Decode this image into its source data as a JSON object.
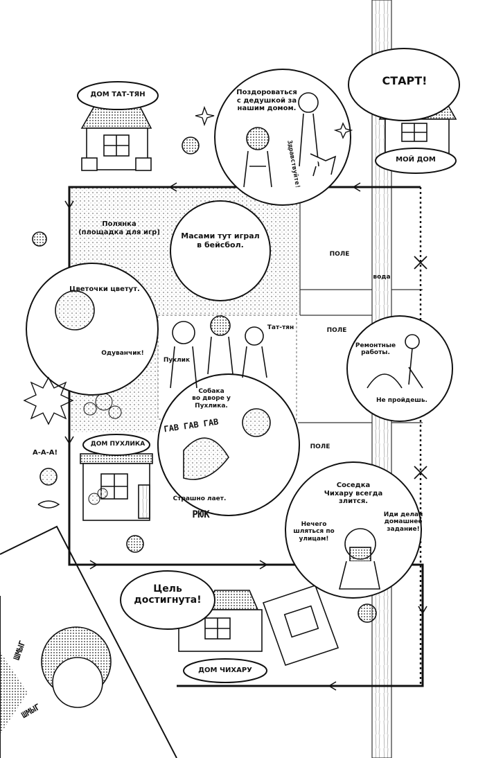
{
  "start_label": "СТАРТ!",
  "my_house_label": "МОЙ ДОМ",
  "tat_tyan_house_label": "ДОМ ТАТ-ТЯН",
  "greeting_bubble": "Поздороваться\nс дедушкой за\nнашим домом.",
  "hello_shout": "Здравствуйте!",
  "playground_label": "Полянка\n(площадка для игр)",
  "masami_bubble": "Масами тут играл\nв бейсбол.",
  "field_labels": [
    "ПОЛЕ",
    "ПОЛЕ",
    "ПОЛЕ"
  ],
  "water_label": "вода",
  "flowers_bubble": "Цветочки цветут.",
  "dandelion_label": "Одуванчик!",
  "pukhlik_label": "Пухлик",
  "tat_tyan_label": "Тат-тян",
  "repair_bubble": "Ремонтные\nработы.",
  "no_pass_label": "Не пройдешь.",
  "dog_bubble": "Собака\nво дворе у\nПухлика.",
  "bark_sfx": "ГАВ ГАВ ГАВ",
  "bark_loud": "Страшно лает.",
  "ryuk_sfx": "РЮК",
  "scream_label": "А-А-А!",
  "pukhlik_house_label": "ДОМ ПУХЛИКА",
  "neighbor_bubble": "Соседка\nЧихару всегда\nзлится.",
  "neighbor_left": "Нечего\nшляться по\nулицам!",
  "neighbor_right": "Иди делай\nдомашнее\nзадание!",
  "goal_bubble": "Цель\nдостигнута!",
  "chiharu_house_label": "ДОМ ЧИХАРУ",
  "sob_sfx": [
    "ШМЫГ",
    "ШМЫГ"
  ]
}
